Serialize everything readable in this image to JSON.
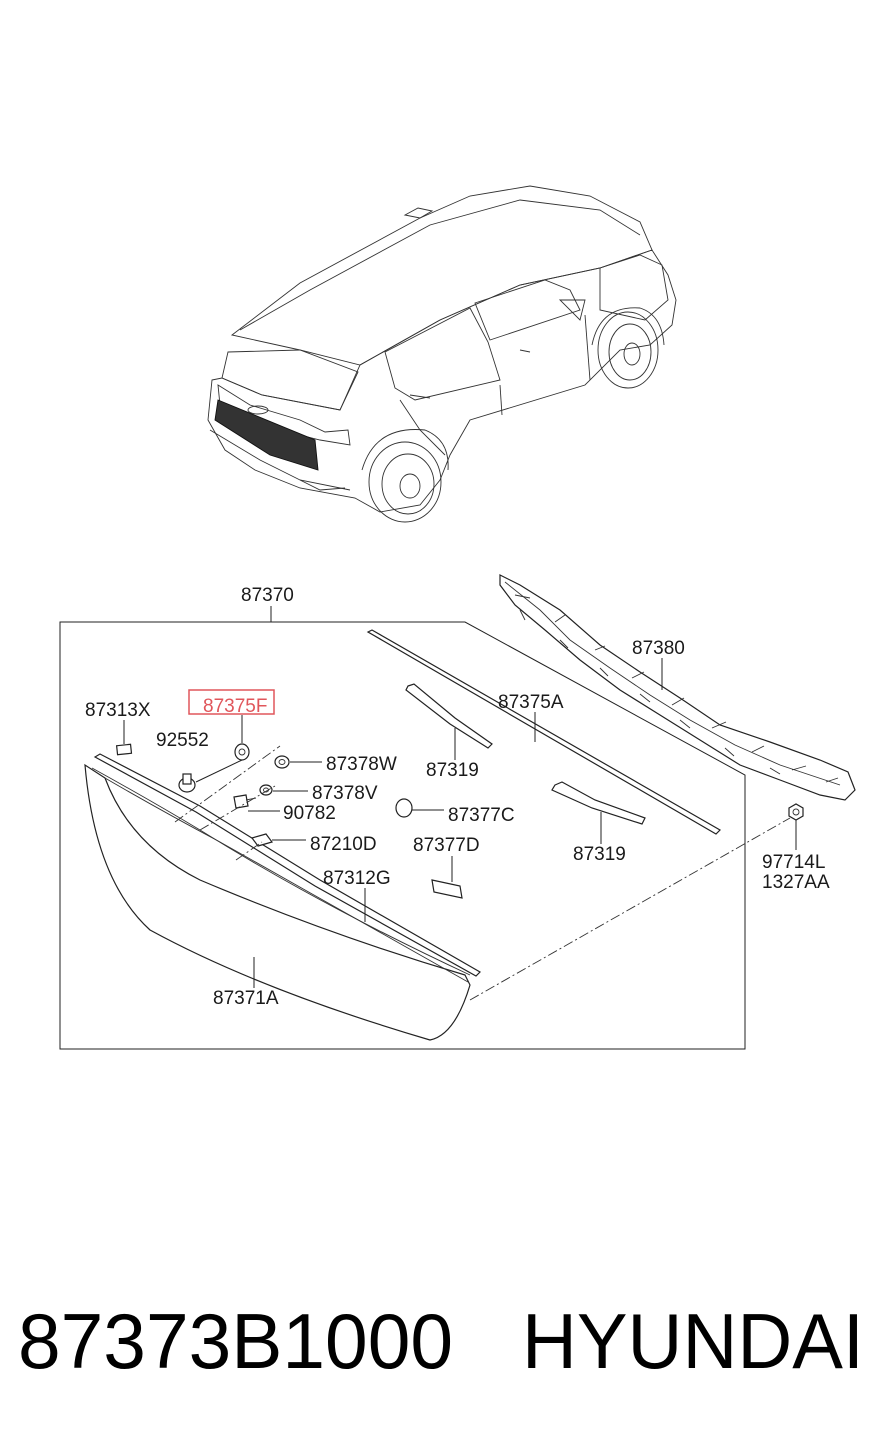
{
  "labels": {
    "assembly": "87370",
    "garnish_bracket": "87380",
    "clip_left": "87313X",
    "highlight_part": "87375F",
    "bolt": "92552",
    "molding_a": "87375A",
    "seal_w": "87378W",
    "seal_v": "87378V",
    "stud": "90782",
    "tape_c": "87377C",
    "tape_d": "87377D",
    "pad_upper": "87319",
    "pad_lower": "87319",
    "clip_d": "87210D",
    "garnish_g": "87312G",
    "nut": "97714L",
    "nut_alt": "1327AA",
    "garnish_main": "87371A"
  },
  "footer": {
    "part_number": "87373B1000",
    "brand": "HYUNDAI"
  },
  "colors": {
    "highlight": "#e0565b",
    "line": "#222222"
  }
}
